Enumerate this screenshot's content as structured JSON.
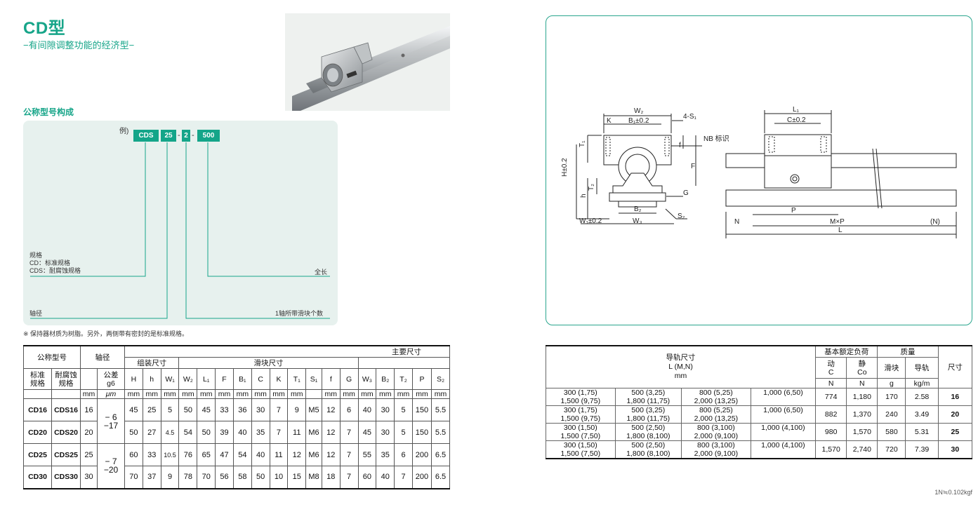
{
  "header": {
    "title": "CD型",
    "subtitle": "−有间隙调整功能的经济型−"
  },
  "model_code": {
    "section_title": "公称型号构成",
    "example_label": "例)",
    "parts": [
      "CDS",
      "25",
      "2",
      "500"
    ],
    "dash": "-",
    "spec_title": "规格",
    "spec_cd": "CD：标准规格",
    "spec_cds": "CDS：耐腐蚀规格",
    "shaft_label": "轴径",
    "length_label": "全长",
    "blocks_label": "1轴所带滑块个数"
  },
  "note": "※ 保持器材质为树脂。另外，两侧带有密封的是标准规格。",
  "drawing": {
    "labels": {
      "W2": "W₂",
      "B1": "B₁±0.2",
      "K": "K",
      "S1": "4-S₁",
      "NB": "NB 标识",
      "T1": "T₁",
      "f": "f",
      "F": "F",
      "H": "H±0.2",
      "h": "h",
      "T2": "T₂",
      "G": "G",
      "B2": "B₂",
      "S2": "S₂",
      "W1": "W₁±0.2",
      "W3": "W₃",
      "L1": "L₁",
      "C": "C±0.2",
      "P": "P",
      "N_left": "N",
      "MxP": "M×P",
      "N_right": "(N)",
      "L": "L"
    }
  },
  "spec_table": {
    "headers": {
      "nominal": "公称型号",
      "standard": "标准\n规格",
      "corrosion": "耐腐蚀\n规格",
      "shaft": "轴径",
      "tolerance": "公差",
      "g6": "g6",
      "um": "μm",
      "mm": "mm",
      "main_dims": "主要尺寸",
      "assembly": "组装尺寸",
      "block": "滑块尺寸",
      "cols": [
        "H",
        "h",
        "W₁",
        "W₂",
        "L₁",
        "F",
        "B₁",
        "C",
        "K",
        "T₁",
        "S₁",
        "f",
        "G",
        "W₃",
        "B₂",
        "T₂",
        "P",
        "S₂"
      ]
    },
    "rows": [
      {
        "std": "CD16",
        "cor": "CDS16",
        "d": "16",
        "tol_u": "− 6",
        "tol_l": "−17",
        "vals": [
          "45",
          "25",
          "5",
          "50",
          "45",
          "33",
          "36",
          "30",
          "7",
          "9",
          "M5",
          "12",
          "6",
          "40",
          "30",
          "5",
          "150",
          "5.5"
        ]
      },
      {
        "std": "CD20",
        "cor": "CDS20",
        "d": "20",
        "tol_u": "",
        "tol_l": "",
        "vals": [
          "50",
          "27",
          "4.5",
          "54",
          "50",
          "39",
          "40",
          "35",
          "7",
          "11",
          "M6",
          "12",
          "7",
          "45",
          "30",
          "5",
          "150",
          "5.5"
        ]
      },
      {
        "std": "CD25",
        "cor": "CDS25",
        "d": "25",
        "tol_u": "− 7",
        "tol_l": "−20",
        "vals": [
          "60",
          "33",
          "10.5",
          "76",
          "65",
          "47",
          "54",
          "40",
          "11",
          "12",
          "M6",
          "12",
          "7",
          "55",
          "35",
          "6",
          "200",
          "6.5"
        ]
      },
      {
        "std": "CD30",
        "cor": "CDS30",
        "d": "30",
        "tol_u": "",
        "tol_l": "",
        "vals": [
          "70",
          "37",
          "9",
          "78",
          "70",
          "56",
          "58",
          "50",
          "10",
          "15",
          "M8",
          "18",
          "7",
          "60",
          "40",
          "7",
          "200",
          "6.5"
        ]
      }
    ]
  },
  "rail_table": {
    "headers": {
      "rail": "导轨尺寸",
      "rail_unit1": "L (M,N)",
      "rail_unit2": "mm",
      "load": "基本额定负荷",
      "dyn": "动",
      "dyn_sym": "C",
      "dyn_unit": "N",
      "sta": "静",
      "sta_sym": "Co",
      "sta_unit": "N",
      "mass": "质量",
      "block": "滑块",
      "block_unit": "g",
      "rail_m": "导轨",
      "rail_unit": "kg/m",
      "size": "尺寸"
    },
    "rows": [
      {
        "l1": [
          "300 (1,75)",
          "1,500 (9,75)"
        ],
        "l2": [
          "500 (3,25)",
          "1,800 (11,75)"
        ],
        "l3": [
          "800 (5,25)",
          "2,000 (13,25)"
        ],
        "l4": "1,000 (6,50)",
        "c": "774",
        "co": "1,180",
        "g": "170",
        "kg": "2.58",
        "size": "16"
      },
      {
        "l1": [
          "300 (1,75)",
          "1,500 (9,75)"
        ],
        "l2": [
          "500 (3,25)",
          "1,800 (11,75)"
        ],
        "l3": [
          "800 (5,25)",
          "2,000 (13,25)"
        ],
        "l4": "1,000 (6,50)",
        "c": "882",
        "co": "1,370",
        "g": "240",
        "kg": "3.49",
        "size": "20"
      },
      {
        "l1": [
          "300 (1,50)",
          "1,500 (7,50)"
        ],
        "l2": [
          "500 (2,50)",
          "1,800 (8,100)"
        ],
        "l3": [
          "800 (3,100)",
          "2,000 (9,100)"
        ],
        "l4": "1,000 (4,100)",
        "c": "980",
        "co": "1,570",
        "g": "580",
        "kg": "5.31",
        "size": "25"
      },
      {
        "l1": [
          "300 (1,50)",
          "1,500 (7,50)"
        ],
        "l2": [
          "500 (2,50)",
          "1,800 (8,100)"
        ],
        "l3": [
          "800 (3,100)",
          "2,000 (9,100)"
        ],
        "l4": "1,000 (4,100)",
        "c": "1,570",
        "co": "2,740",
        "g": "720",
        "kg": "7.39",
        "size": "30"
      }
    ],
    "footnote": "1N≒0.102kgf"
  }
}
